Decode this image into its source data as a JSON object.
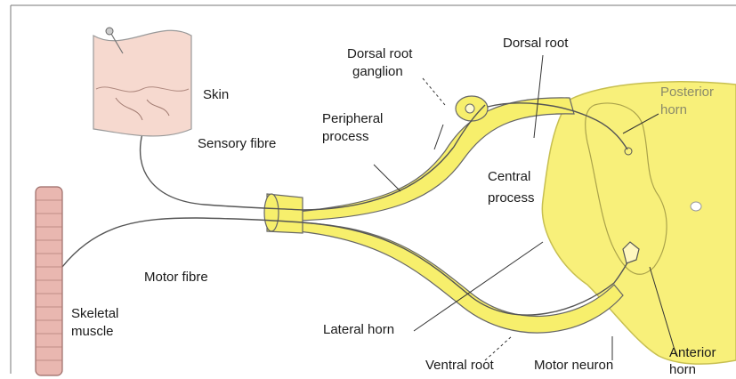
{
  "labels": {
    "skin": "Skin",
    "sensory_fibre": "Sensory fibre",
    "dorsal_root_ganglion_1": "Dorsal root",
    "dorsal_root_ganglion_2": "ganglion",
    "dorsal_root": "Dorsal root",
    "posterior_horn_1": "Posterior",
    "posterior_horn_2": "horn",
    "peripheral_process_1": "Peripheral",
    "peripheral_process_2": "process",
    "central_process_1": "Central",
    "central_process_2": "process",
    "motor_fibre": "Motor fibre",
    "skeletal_muscle_1": "Skeletal",
    "skeletal_muscle_2": "muscle",
    "lateral_horn": "Lateral horn",
    "ventral_root": "Ventral root",
    "motor_neuron": "Motor neuron",
    "anterior_horn_1": "Anterior",
    "anterior_horn_2": "horn"
  },
  "colors": {
    "nerve_yellow": "#f7ef6c",
    "cord_yellow": "#f8f07a",
    "skin_pink": "#f6d9cf",
    "muscle_pink": "#e9b7b0",
    "outline": "#555555"
  }
}
